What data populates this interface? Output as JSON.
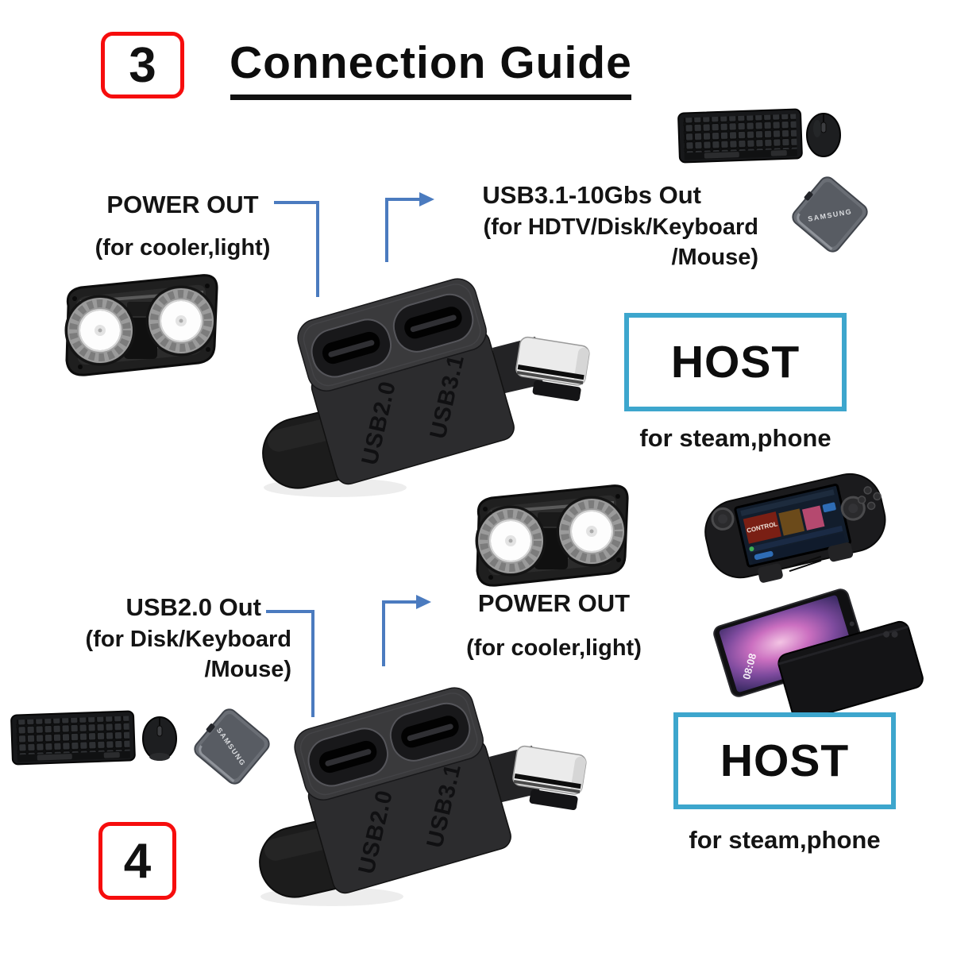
{
  "colors": {
    "accent_red": "#f60d0d",
    "arrow_blue": "#4b7bbf",
    "host_border": "#3da6cd",
    "text_black": "#111111"
  },
  "header": {
    "step_number": "3",
    "title": "Connection Guide"
  },
  "top": {
    "power_label": {
      "line1": "POWER OUT",
      "line2": "(for cooler,light)"
    },
    "data_label": {
      "line1": "USB3.1-10Gbs Out",
      "line2": "(for HDTV/Disk/Keyboard",
      "line3": "/Mouse)"
    },
    "host": {
      "title": "HOST",
      "subtitle": "for steam,phone"
    }
  },
  "bottom": {
    "step_number": "4",
    "data_label": {
      "line1": "USB2.0 Out",
      "line2": "(for Disk/Keyboard",
      "line3": "/Mouse)"
    },
    "power_label": {
      "line1": "POWER OUT",
      "line2": "(for cooler,light)"
    },
    "host": {
      "title": "HOST",
      "subtitle": "for steam,phone"
    }
  },
  "adapter": {
    "port_left_label": "USB2.0",
    "port_right_label": "USB3.1"
  },
  "devices": {
    "ssd_brand": "SAMSUNG",
    "phone_time": "08:08",
    "steamdeck_game": "CONTROL"
  }
}
